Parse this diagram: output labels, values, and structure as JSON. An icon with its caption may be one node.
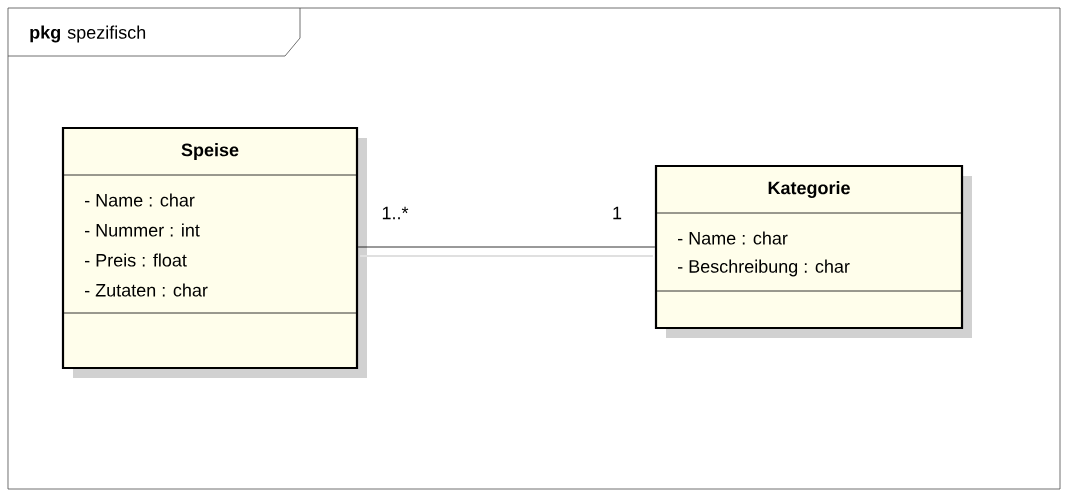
{
  "diagram": {
    "nodes": [
      {
        "text": [
          "pkg",
          "spezifisch"
        ]
      },
      {
        "text": [
          "Speise",
          "- Name : char",
          "- Nummer : int",
          "- Preis : float",
          "- Zutaten : char"
        ],
        "in": 0
      },
      {
        "text": [
          "Kategorie",
          "- Name : char",
          "- Beschreibung : char"
        ],
        "in": 0
      }
    ],
    "edges": [
      {
        "from": 1,
        "to": 2,
        "arrow": "none"
      }
    ],
    "labels": [
      "1..*",
      "1"
    ]
  }
}
